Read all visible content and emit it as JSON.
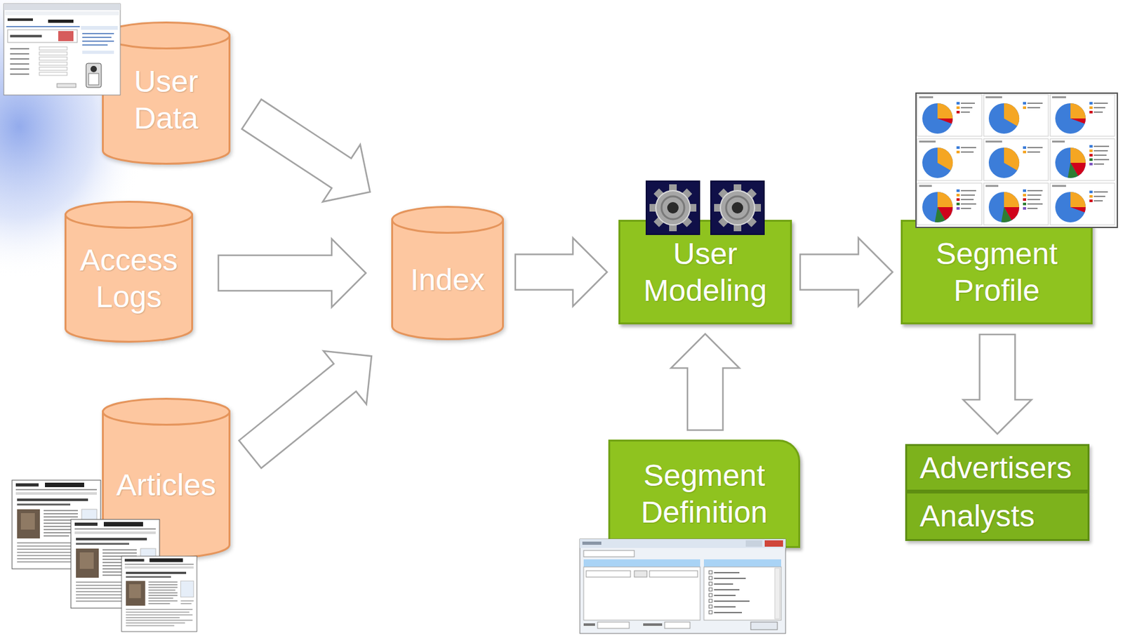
{
  "diagram": {
    "nodes": [
      {
        "text": [
          "User Data"
        ]
      },
      {
        "text": [
          "Access Logs"
        ]
      },
      {
        "text": [
          "Articles"
        ]
      },
      {
        "text": [
          "Index"
        ]
      },
      {
        "text": [
          "User Modeling"
        ]
      },
      {
        "text": [
          "Segment Definition"
        ]
      },
      {
        "text": [
          "Segment Profile"
        ]
      },
      {
        "text": [
          "Advertisers"
        ]
      },
      {
        "text": [
          "Analysts"
        ]
      }
    ],
    "edges": [
      {
        "from": 0,
        "to": 3,
        "arrow": "to"
      },
      {
        "from": 1,
        "to": 3,
        "arrow": "to"
      },
      {
        "from": 2,
        "to": 3,
        "arrow": "to"
      },
      {
        "from": 3,
        "to": 4,
        "arrow": "to"
      },
      {
        "from": 5,
        "to": 4,
        "arrow": "to"
      },
      {
        "from": 4,
        "to": 6,
        "arrow": "to"
      },
      {
        "from": 6,
        "to": 7,
        "arrow": "to"
      }
    ]
  }
}
